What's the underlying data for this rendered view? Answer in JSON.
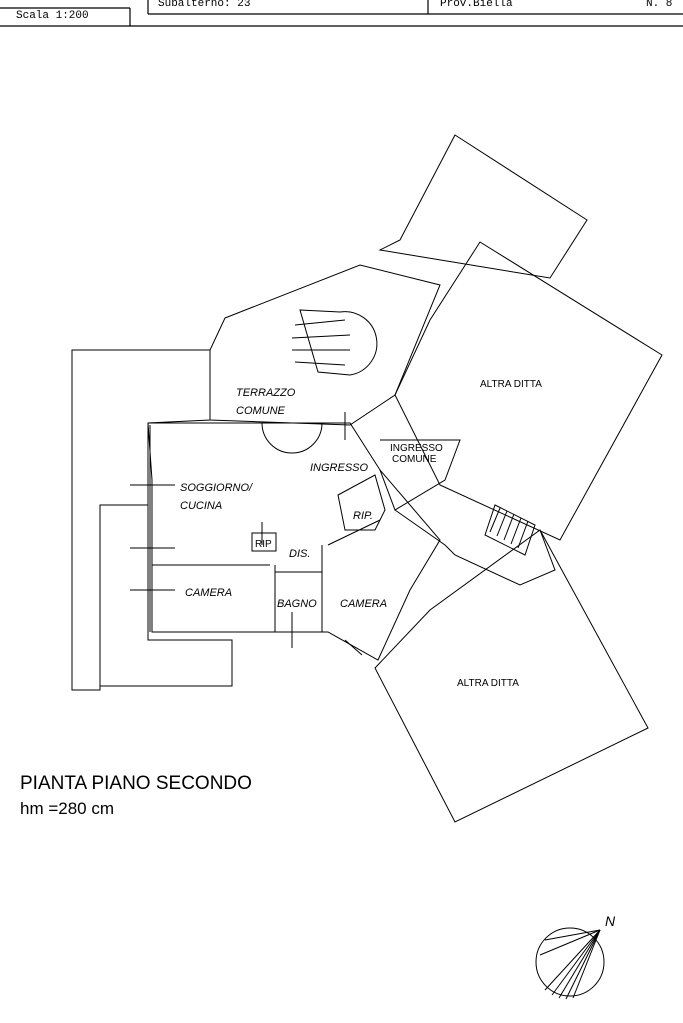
{
  "header": {
    "scale": "Scala 1:200",
    "subalterno": "Subalterno: 23",
    "province": "Prov.Biella",
    "number": "N.  8"
  },
  "plan": {
    "rooms": {
      "terrazzo": "TERRAZZO",
      "comune": "COMUNE",
      "ingresso": "INGRESSO",
      "ingresso_comune_1": "INGRESSO",
      "ingresso_comune_2": "COMUNE",
      "soggiorno": "SOGGIORNO/",
      "cucina": "CUCINA",
      "rip_small": "RIP",
      "rip": "RIP.",
      "dis": "DIS.",
      "camera_left": "CAMERA",
      "bagno": "BAGNO",
      "camera_right": "CAMERA",
      "altra_ditta_top": "ALTRA DITTA",
      "altra_ditta_bottom": "ALTRA DITTA"
    }
  },
  "caption": {
    "title": "PIANTA PIANO SECONDO",
    "height": "hm =280 cm"
  },
  "compass": {
    "north": "N"
  }
}
